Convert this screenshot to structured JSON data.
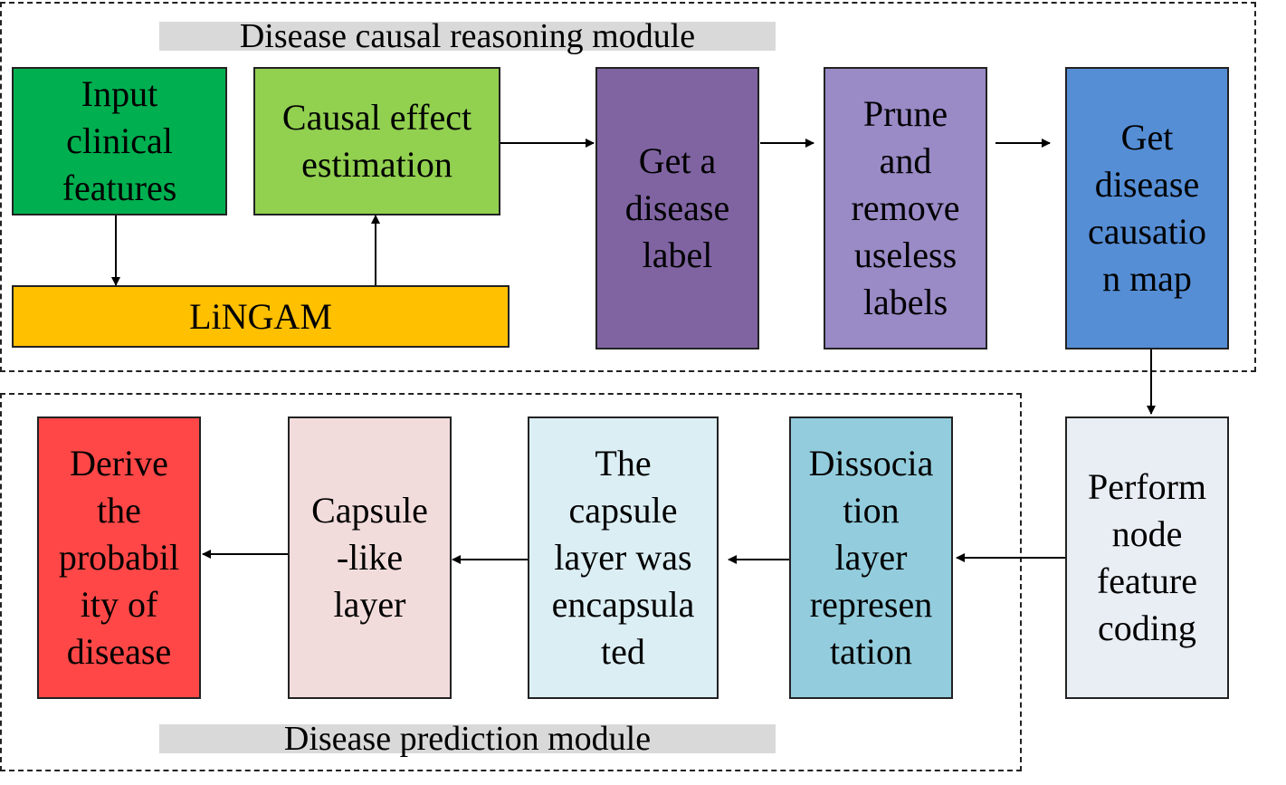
{
  "modules": {
    "reasoning": {
      "title": "Disease causal reasoning module"
    },
    "prediction": {
      "title": "Disease prediction module"
    }
  },
  "nodes": {
    "input_features": {
      "label": "Input\nclinical\nfeatures",
      "color": "#00b050"
    },
    "lingam": {
      "label": "LiNGAM",
      "color": "#ffc000"
    },
    "causal_effect": {
      "label": "Causal effect\nestimation",
      "color": "#92d050"
    },
    "disease_label": {
      "label": "Get a\ndisease\nlabel",
      "color": "#8064a2"
    },
    "prune_labels": {
      "label": "Prune\nand\nremove\nuseless\nlabels",
      "color": "#9a8ac6"
    },
    "causation_map": {
      "label": "Get\ndisease\ncausatio\nn map",
      "color": "#558ed5"
    },
    "node_coding": {
      "label": "Perform\nnode\nfeature\ncoding",
      "color": "#e9edf4"
    },
    "dissociation_layer": {
      "label": "Dissocia\ntion\nlayer\nrepresen\ntation",
      "color": "#93cddd"
    },
    "capsule_encapsulated": {
      "label": "The\ncapsule\nlayer was\nencapsula\nted",
      "color": "#dbeef4"
    },
    "capsule_like": {
      "label": "Capsule\n-like\nlayer",
      "color": "#f2dcdb"
    },
    "probability": {
      "label": "Derive\nthe\nprobabil\nity of\ndisease",
      "color": "#ff4747"
    }
  },
  "edges": [
    {
      "from": "input_features",
      "to": "lingam"
    },
    {
      "from": "lingam",
      "to": "causal_effect"
    },
    {
      "from": "causal_effect",
      "to": "disease_label"
    },
    {
      "from": "disease_label",
      "to": "prune_labels"
    },
    {
      "from": "prune_labels",
      "to": "causation_map"
    },
    {
      "from": "causation_map",
      "to": "node_coding"
    },
    {
      "from": "node_coding",
      "to": "dissociation_layer"
    },
    {
      "from": "dissociation_layer",
      "to": "capsule_encapsulated"
    },
    {
      "from": "capsule_encapsulated",
      "to": "capsule_like"
    },
    {
      "from": "capsule_like",
      "to": "probability"
    }
  ]
}
